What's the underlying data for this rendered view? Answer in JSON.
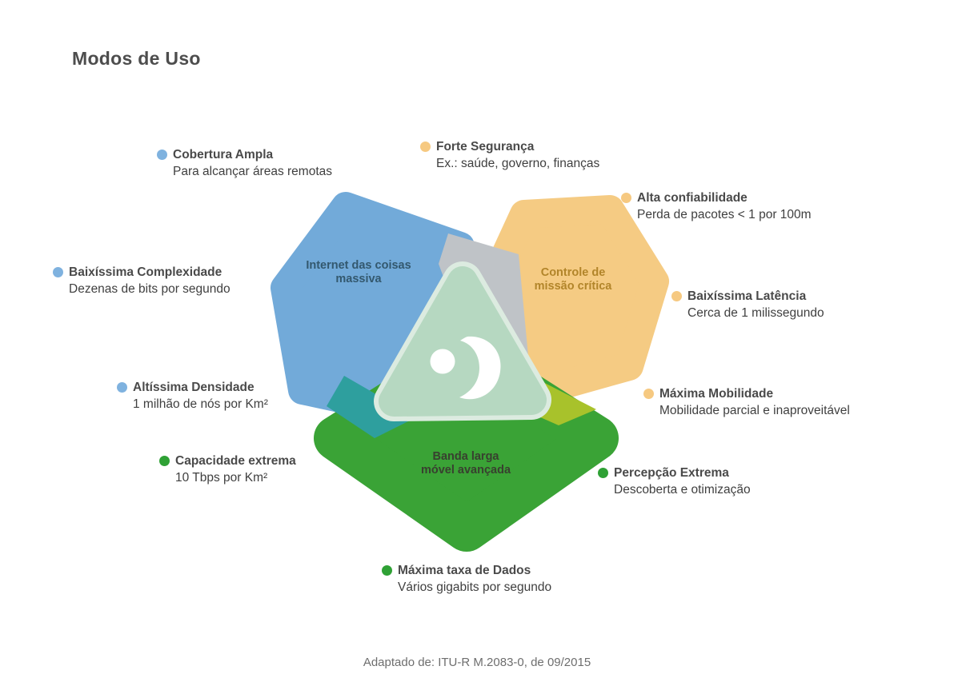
{
  "title": "Modos de Uso",
  "footer": "Adaptado de: ITU-R M.2083-0, de 09/2015",
  "shapes": {
    "iot": {
      "label": "Internet das coisas\nmassiva",
      "fill": "#72AAD9",
      "text_color": "#33586E"
    },
    "mission": {
      "label": "Controle de\nmissão crítica",
      "fill": "#F5CB83",
      "text_color": "#B2852A"
    },
    "broadband": {
      "label": "Banda larga\nmóvel avançada",
      "fill": "#3AA336",
      "text_color": "#38402F"
    }
  },
  "overlaps": {
    "gray": "#BFC3C7",
    "teal": "#2E9F9E",
    "yellowgreen": "#A8C22B",
    "center": "#B6D8C1",
    "center_halo": "#DCEBE0"
  },
  "logo_color": "#FFFFFF",
  "items": [
    {
      "color": "#7FB2DF",
      "title": "Cobertura Ampla",
      "subtitle": "Para alcançar áreas remotas"
    },
    {
      "color": "#F6C981",
      "title": "Forte Segurança",
      "subtitle": "Ex.: saúde, governo, finanças"
    },
    {
      "color": "#F6C981",
      "title": "Alta confiabilidade",
      "subtitle": "Perda de pacotes < 1 por 100m"
    },
    {
      "color": "#7FB2DF",
      "title": "Baixíssima Complexidade",
      "subtitle": "Dezenas de bits por segundo"
    },
    {
      "color": "#F6C981",
      "title": "Baixíssima Latência",
      "subtitle": "Cerca de 1 milissegundo"
    },
    {
      "color": "#7FB2DF",
      "title": "Altíssima Densidade",
      "subtitle": "1 milhão de nós por Km²"
    },
    {
      "color": "#F6C981",
      "title": "Máxima Mobilidade",
      "subtitle": "Mobilidade parcial e inaproveitável"
    },
    {
      "color": "#2FA135",
      "title": "Capacidade extrema",
      "subtitle": "10 Tbps por Km²"
    },
    {
      "color": "#2FA135",
      "title": "Percepção Extrema",
      "subtitle": "Descoberta e otimização"
    },
    {
      "color": "#2FA135",
      "title": "Máxima taxa de Dados",
      "subtitle": "Vários gigabits por segundo"
    }
  ]
}
